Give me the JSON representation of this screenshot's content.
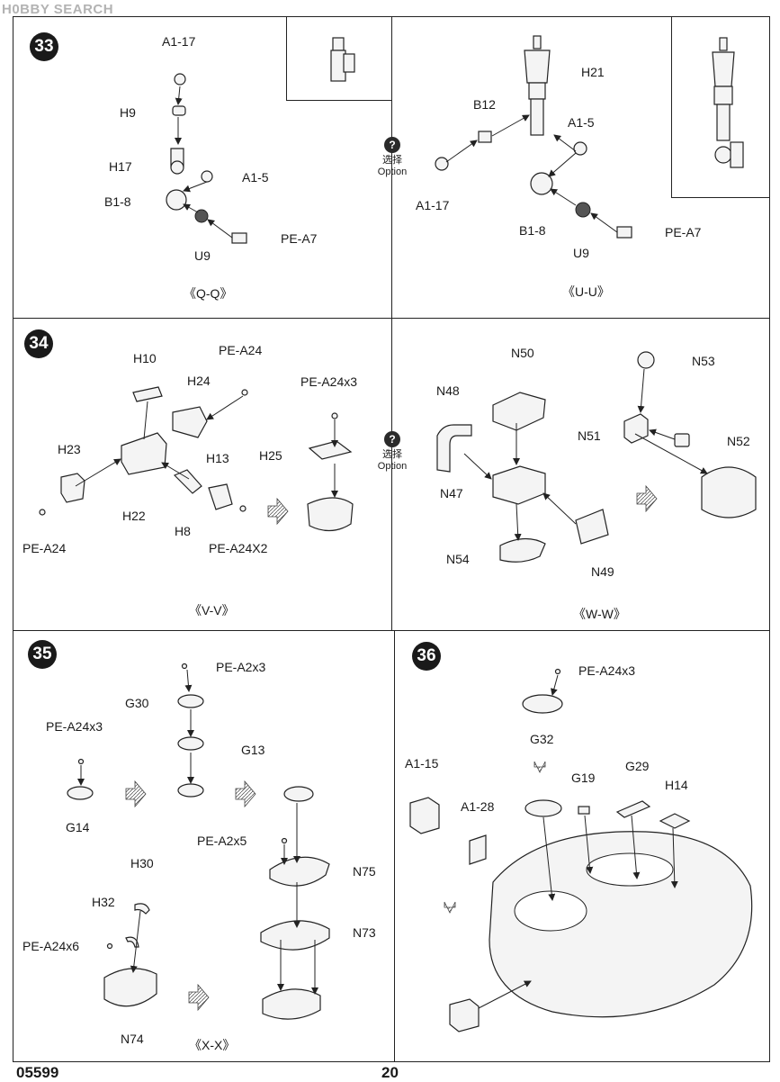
{
  "watermark": "H0BBY SEARCH",
  "footer": {
    "code": "05599",
    "page": "20"
  },
  "option": {
    "icon": "?",
    "line1": "选择",
    "line2": "Option"
  },
  "step33": {
    "number": "33",
    "left": {
      "labels": [
        "A1-17",
        "H9",
        "H17",
        "A1-5",
        "B1-8",
        "U9",
        "PE-A7"
      ],
      "view": "《Q-Q》"
    },
    "right": {
      "labels": [
        "H21",
        "B12",
        "A1-5",
        "A1-17",
        "B1-8",
        "U9",
        "PE-A7"
      ],
      "view": "《U-U》"
    }
  },
  "step34": {
    "number": "34",
    "left": {
      "labels": [
        "H10",
        "PE-A24",
        "H24",
        "PE-A24x3",
        "H23",
        "H13",
        "H25",
        "H22",
        "H8",
        "PE-A24",
        "PE-A24X2"
      ],
      "view": "《V-V》"
    },
    "right": {
      "labels": [
        "N50",
        "N53",
        "N48",
        "N51",
        "N52",
        "N47",
        "N54",
        "N49"
      ],
      "view": "《W-W》"
    }
  },
  "step35": {
    "number": "35",
    "labels": [
      "PE-A2x3",
      "G30",
      "PE-A24x3",
      "G13",
      "G14",
      "PE-A2x5",
      "N75",
      "H30",
      "H32",
      "N73",
      "PE-A24x6",
      "N74"
    ],
    "view": "《X-X》"
  },
  "step36": {
    "number": "36",
    "labels": [
      "PE-A24x3",
      "G32",
      "A1-15",
      "G19",
      "G29",
      "H14",
      "A1-28"
    ]
  }
}
